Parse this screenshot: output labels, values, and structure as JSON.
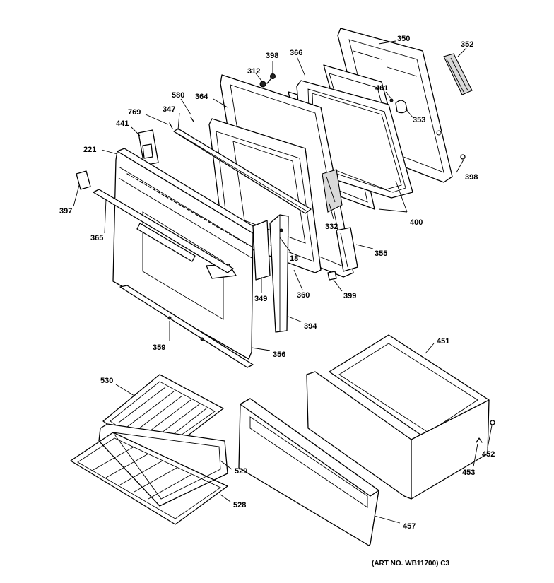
{
  "labels": {
    "p350": "350",
    "p352": "352",
    "p398a": "398",
    "p366": "366",
    "p312": "312",
    "p461": "461",
    "p353": "353",
    "p580": "580",
    "p364": "364",
    "p769": "769",
    "p347": "347",
    "p441": "441",
    "p221": "221",
    "p398b": "398",
    "p397": "397",
    "p400": "400",
    "p332": "332",
    "p365": "365",
    "p18": "18",
    "p355": "355",
    "p349": "349",
    "p360": "360",
    "p399": "399",
    "p394": "394",
    "p359": "359",
    "p356": "356",
    "p451": "451",
    "p530": "530",
    "p452": "452",
    "p529": "529",
    "p453": "453",
    "p528": "528",
    "p457": "457"
  },
  "art_number": "(ART NO. WB11700) C3"
}
